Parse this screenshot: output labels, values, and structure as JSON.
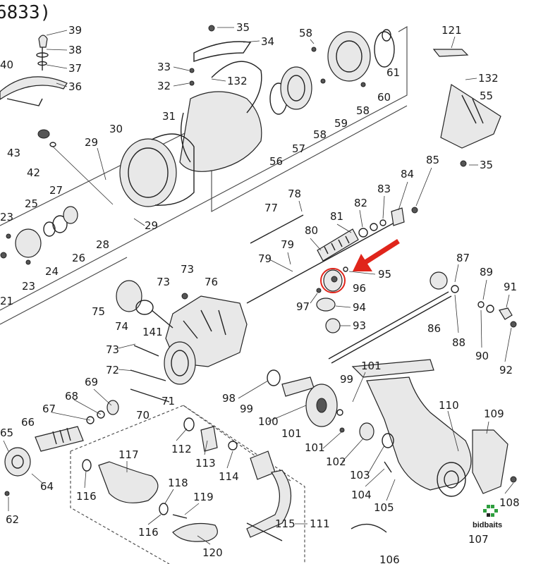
{
  "header": {
    "code": "6833)"
  },
  "brand": {
    "name": "bidbaits",
    "color": "#2e9e3e"
  },
  "accent_color": "#e0251b",
  "labels": [
    "35",
    "39",
    "38",
    "37",
    "36",
    "40",
    "34",
    "33",
    "132",
    "32",
    "31",
    "30",
    "29",
    "43",
    "42",
    "27",
    "25",
    "28",
    "26",
    "24",
    "23",
    "21",
    "58",
    "121",
    "61",
    "132",
    "55",
    "60",
    "59",
    "57",
    "56",
    "85",
    "84",
    "83",
    "35",
    "78",
    "77",
    "82",
    "81",
    "80",
    "79",
    "95",
    "96",
    "97",
    "94",
    "93",
    "73",
    "76",
    "75",
    "74",
    "141",
    "87",
    "89",
    "91",
    "86",
    "88",
    "90",
    "92",
    "72",
    "73",
    "101",
    "99",
    "98",
    "100",
    "110",
    "109",
    "69",
    "68",
    "67",
    "66",
    "65",
    "64",
    "70",
    "71",
    "112",
    "113",
    "114",
    "117",
    "116",
    "118",
    "119",
    "116",
    "120",
    "115",
    "111",
    "101",
    "102",
    "103",
    "104",
    "105",
    "106",
    "107",
    "108",
    "62"
  ]
}
